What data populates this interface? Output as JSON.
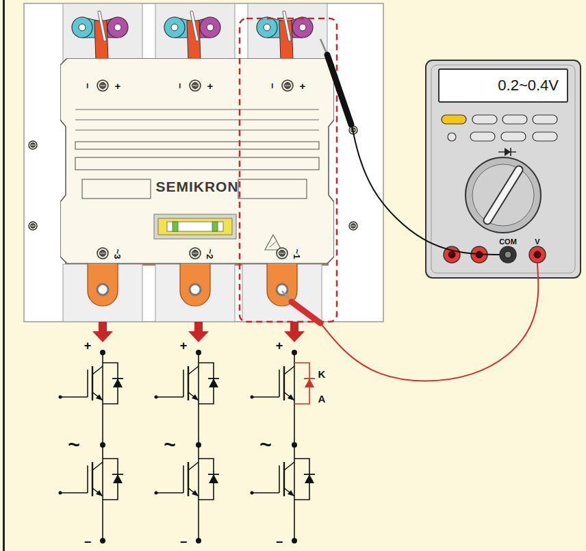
{
  "diagram": {
    "nodes": [
      {
        "text": [
          "SEMIKRON"
        ]
      },
      {
        "text": [
          "0.2~0.4V"
        ]
      }
    ],
    "labels": [
      "−",
      "+",
      "−",
      "+",
      "−",
      "+",
      "~3",
      "~2",
      "~1",
      "COM",
      "V",
      "+",
      "~",
      "−",
      "+",
      "~",
      "−",
      "+",
      "~",
      "−",
      "K",
      "A"
    ]
  }
}
